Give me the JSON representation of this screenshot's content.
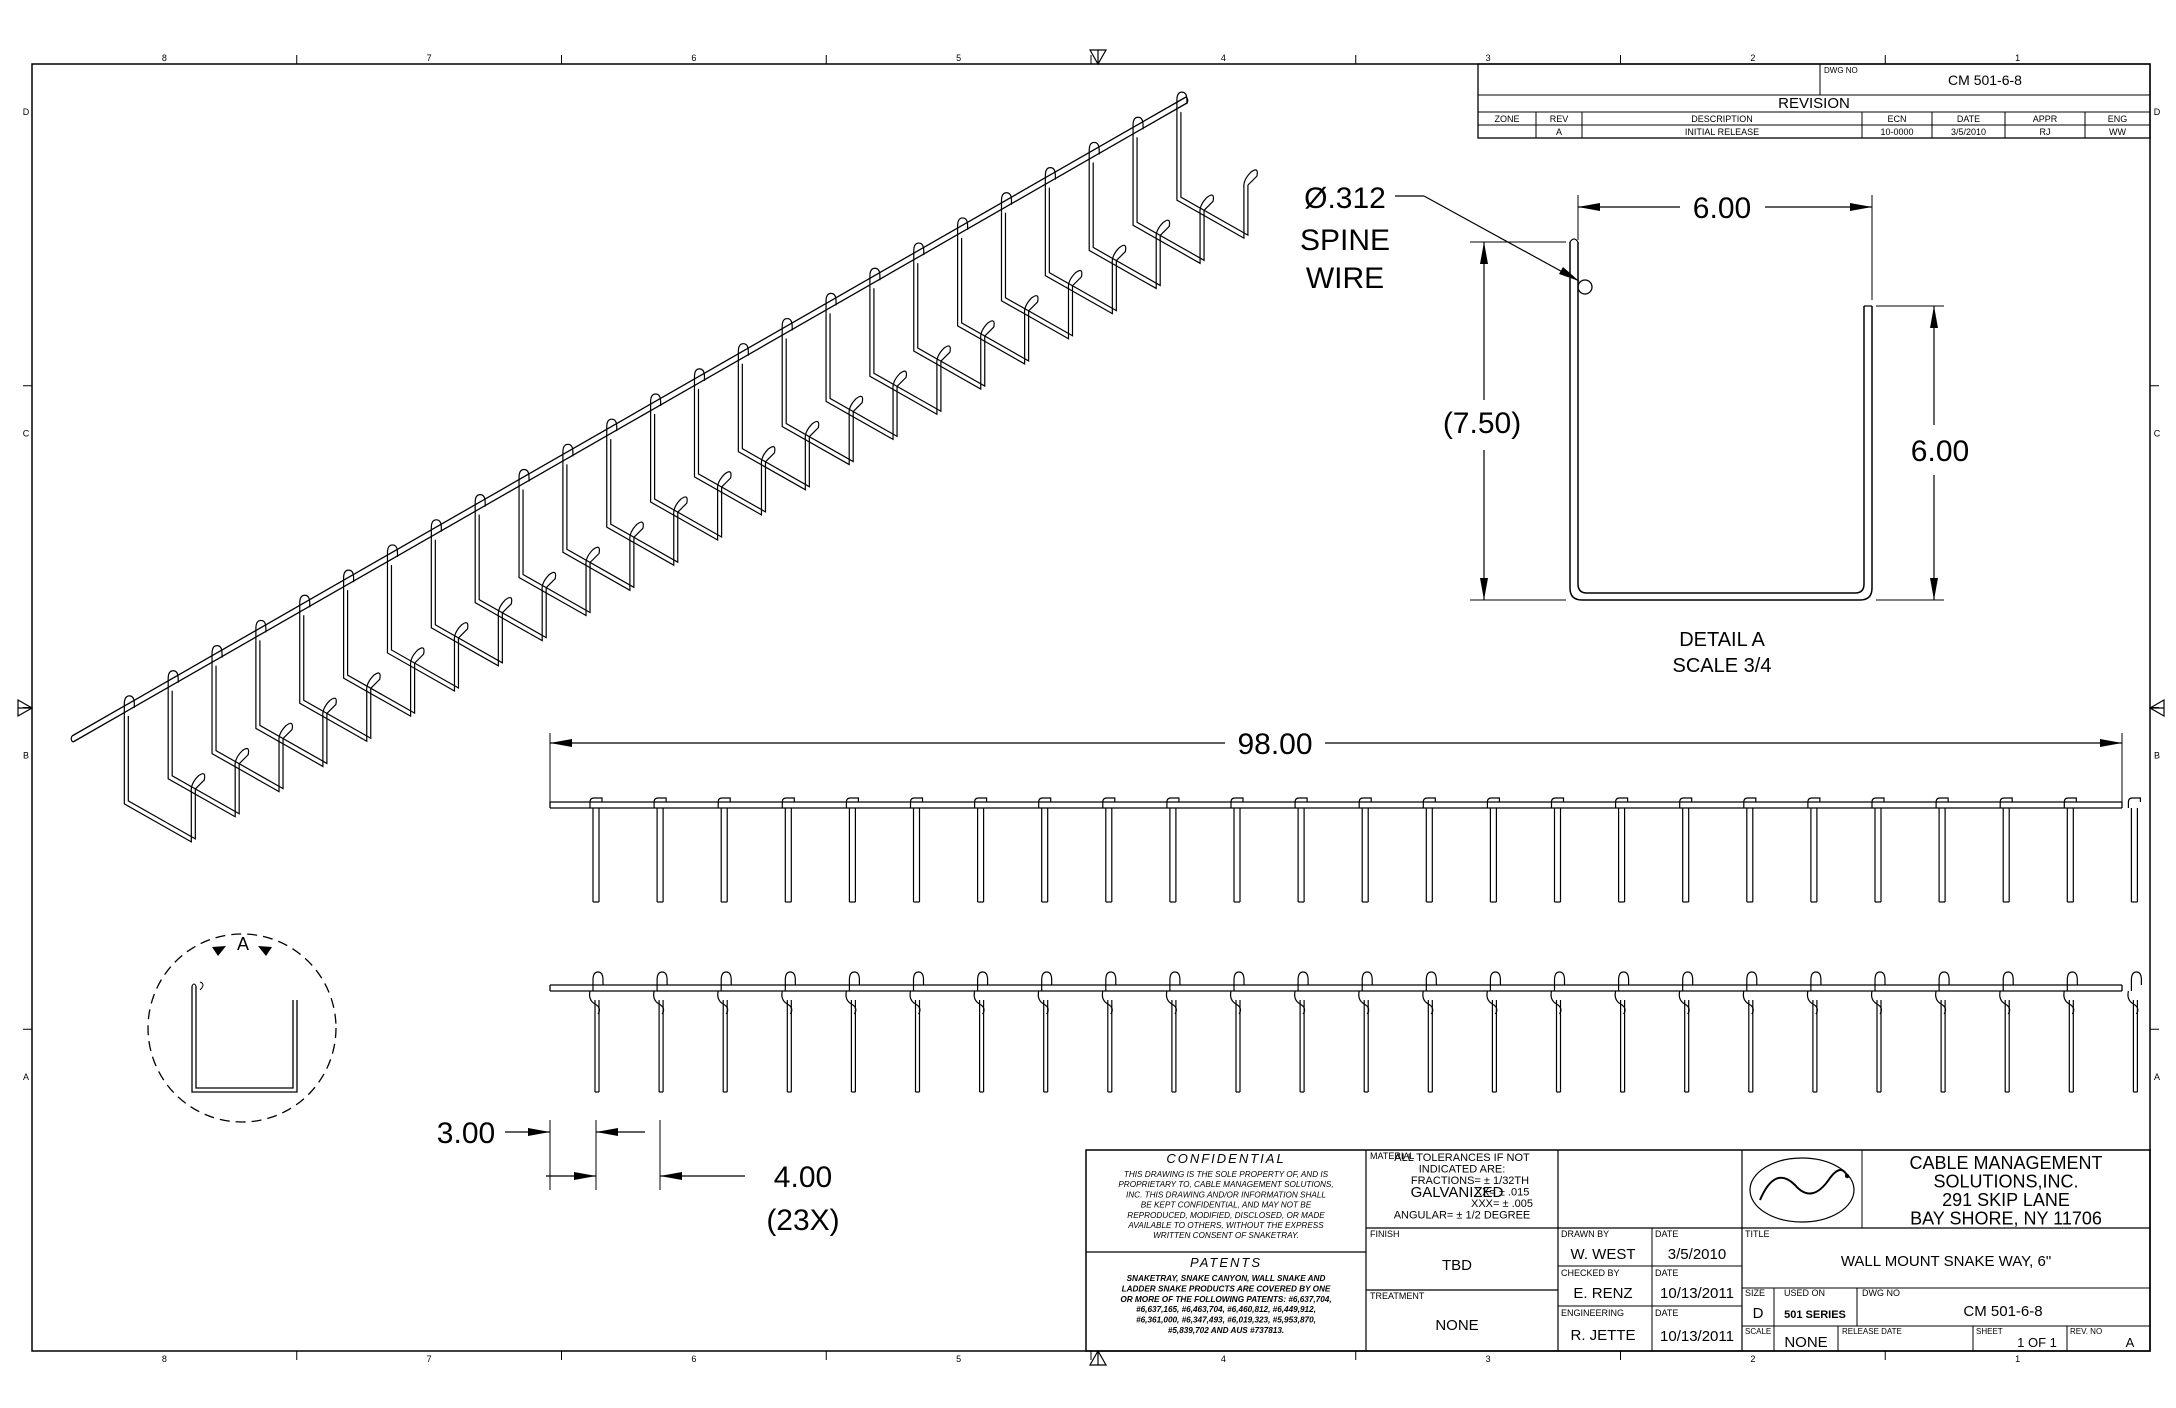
{
  "border": {
    "col_labels": [
      "8",
      "7",
      "6",
      "5",
      "4",
      "3",
      "2",
      "1"
    ],
    "row_labels": [
      "D",
      "C",
      "B",
      "A"
    ]
  },
  "revision": {
    "dwg_no_label": "DWG NO",
    "dwg_no": "CM 501-6-8",
    "title": "REVISION",
    "headers": [
      "ZONE",
      "REV",
      "DESCRIPTION",
      "ECN",
      "DATE",
      "APPR",
      "ENG"
    ],
    "rows": [
      [
        "",
        "A",
        "INITIAL RELEASE",
        "10-0000",
        "3/5/2010",
        "RJ",
        "WW"
      ]
    ]
  },
  "detail": {
    "spine_label_1": "Ø.312",
    "spine_label_2": "SPINE",
    "spine_label_3": "WIRE",
    "width_dim": "6.00",
    "height_dim": "(7.50)",
    "right_dim": "6.00",
    "caption_1": "DETAIL  A",
    "caption_2": "SCALE 3/4"
  },
  "views": {
    "length_dim": "98.00",
    "end_offset_dim": "3.00",
    "spacing_dim": "4.00",
    "spacing_count": "(23X)",
    "callout_label": "A",
    "wire_count": 25
  },
  "title_block": {
    "confidential_title": "CONFIDENTIAL",
    "confidential_text": [
      "THIS DRAWING IS THE SOLE PROPERTY OF, AND IS",
      "PROPRIETARY TO, CABLE MANAGEMENT SOLUTIONS,",
      "INC. THIS DRAWING AND/OR INFORMATION SHALL",
      "BE KEPT CONFIDENTIAL, AND MAY NOT BE",
      "REPRODUCED, MODIFIED, DISCLOSED, OR MADE",
      "AVAILABLE TO OTHERS, WITHOUT THE EXPRESS",
      "WRITTEN CONSENT OF SNAKETRAY."
    ],
    "patents_title": "PATENTS",
    "patents_text": [
      "SNAKETRAY, SNAKE CANYON, WALL SNAKE AND",
      "LADDER SNAKE PRODUCTS ARE COVERED BY ONE",
      "OR MORE OF THE FOLLOWING PATENTS: #6,637,704,",
      "#6,637,165, #6,463,704, #6,460,812, #6,449,912,",
      "#6,361,000, #6,347,493, #6,019,323, #5,953,870,",
      "#5,839,702 AND AUS #737813."
    ],
    "material_label": "MATERIAL",
    "material": "GALVANIZED",
    "finish_label": "FINISH",
    "finish": "TBD",
    "treatment_label": "TREATMENT",
    "treatment": "NONE",
    "tolerance_lines": [
      "ALL TOLERANCES IF NOT",
      "INDICATED ARE:",
      "FRACTIONS= ± 1/32TH",
      "XX= ± .015",
      "XXX= ± .005",
      "ANGULAR= ± 1/2 DEGREE"
    ],
    "drawn_by_label": "DRAWN BY",
    "drawn_by": "W. WEST",
    "drawn_date_label": "DATE",
    "drawn_date": "3/5/2010",
    "checked_by_label": "CHECKED BY",
    "checked_by": "E. RENZ",
    "checked_date_label": "DATE",
    "checked_date": "10/13/2011",
    "engineering_label": "ENGINEERING",
    "engineer": "R. JETTE",
    "eng_date_label": "DATE",
    "eng_date": "10/13/2011",
    "company_lines": [
      "CABLE MANAGEMENT",
      "SOLUTIONS,INC.",
      "291 SKIP LANE",
      "BAY SHORE, NY 11706"
    ],
    "title_label": "TITLE",
    "title": "WALL MOUNT SNAKE WAY, 6\"",
    "size_label": "SIZE",
    "size": "D",
    "used_on_label": "USED ON",
    "used_on": "501 SERIES",
    "dwg_no_label": "DWG NO",
    "dwg_no": "CM 501-6-8",
    "scale_label": "SCALE",
    "scale": "NONE",
    "release_date_label": "RELEASE DATE",
    "sheet_label": "SHEET",
    "sheet": "1 OF 1",
    "rev_no_label": "REV. NO",
    "rev_no": "A"
  }
}
